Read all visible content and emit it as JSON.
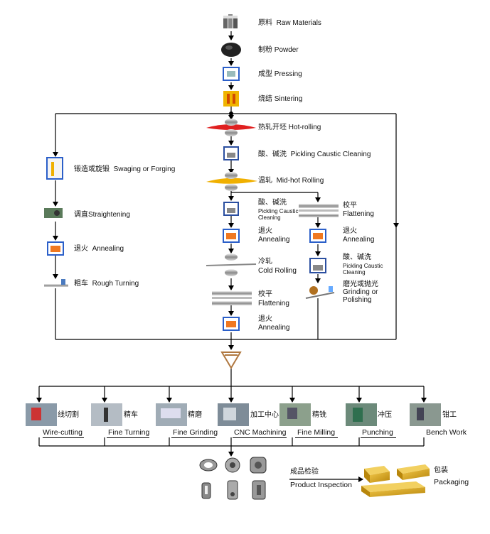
{
  "main_flow": {
    "raw": {
      "cn": "原料",
      "en": "Raw Materials"
    },
    "powder": {
      "cn": "制粉",
      "en": "Powder"
    },
    "pressing": {
      "cn": "成型",
      "en": "Pressing"
    },
    "sintering": {
      "cn": "烧结",
      "en": "Sintering"
    }
  },
  "center_column": {
    "hot_rolling": {
      "cn": "热轧开坯",
      "en": "Hot-rolling"
    },
    "pickling1": {
      "cn": "酸、碱洗",
      "en": "Pickling Caustic Cleaning"
    },
    "mid_hot": {
      "cn": "温轧",
      "en": "Mid-hot Rolling"
    },
    "pickling2": {
      "cn": "酸、碱洗",
      "en1": "Pickling Caustic",
      "en2": "Cleaning"
    },
    "annealing1": {
      "cn": "退火",
      "en": "Annealing"
    },
    "cold_rolling": {
      "cn": "冷轧",
      "en": "Cold Rolling"
    },
    "flattening1": {
      "cn": "校平",
      "en": "Flattening"
    },
    "annealing2": {
      "cn": "退火",
      "en": "Annealing"
    }
  },
  "right_column": {
    "flattening": {
      "cn": "校平",
      "en": "Flattening"
    },
    "annealing": {
      "cn": "退火",
      "en": "Annealing"
    },
    "pickling": {
      "cn": "酸、碱洗",
      "en1": "Pickling Caustic",
      "en2": "Cleaning"
    },
    "grinding": {
      "cn": "磨光或抛光",
      "en1": "Grinding or",
      "en2": "Polishing"
    }
  },
  "left_column": {
    "swaging": {
      "cn": "锻造或旋锻",
      "en": "Swaging or Forging"
    },
    "straightening": {
      "cn": "调直",
      "en": "Straightening"
    },
    "annealing": {
      "cn": "退火",
      "en": "Annealing"
    },
    "rough_turning": {
      "cn": "粗车",
      "en": "Rough Turning"
    }
  },
  "machining": [
    {
      "cn": "线切割",
      "en": "Wire-cutting"
    },
    {
      "cn": "精车",
      "en": "Fine Turning"
    },
    {
      "cn": "精磨",
      "en": "Fine Grinding"
    },
    {
      "cn": "加工中心",
      "en": "CNC Machining"
    },
    {
      "cn": "精铣",
      "en": "Fine Milling"
    },
    {
      "cn": "冲压",
      "en": "Punching"
    },
    {
      "cn": "钳工",
      "en": "Bench Work"
    }
  ],
  "final": {
    "inspection": {
      "cn": "成品检验",
      "en": "Product Inspection"
    },
    "packaging": {
      "cn": "包装",
      "en": "Packaging"
    }
  },
  "colors": {
    "line": "#000000",
    "sinter": "#f0b400",
    "anneal": "#f07820",
    "hot_flame": "#e02020",
    "mid_flame": "#f0b000",
    "box": "#d6a21a"
  }
}
